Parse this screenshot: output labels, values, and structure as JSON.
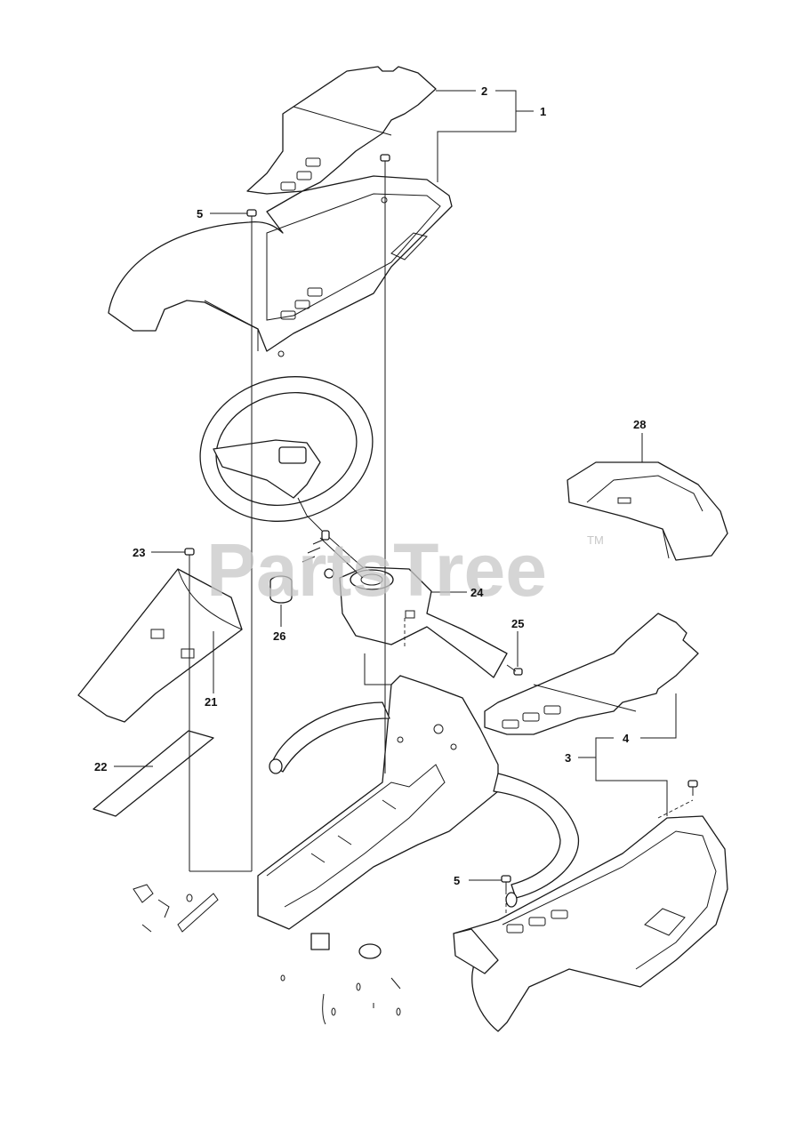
{
  "watermark": {
    "text": "PartsTree",
    "trademark": "TM"
  },
  "callouts": {
    "c1": "1",
    "c2": "2",
    "c3": "3",
    "c4": "4",
    "c5a": "5",
    "c5b": "5",
    "c21": "21",
    "c22": "22",
    "c23": "23",
    "c24": "24",
    "c25": "25",
    "c26": "26",
    "c28": "28"
  },
  "colors": {
    "line": "#1a1a1a",
    "background": "#ffffff",
    "watermark": "#c8c8c8"
  }
}
